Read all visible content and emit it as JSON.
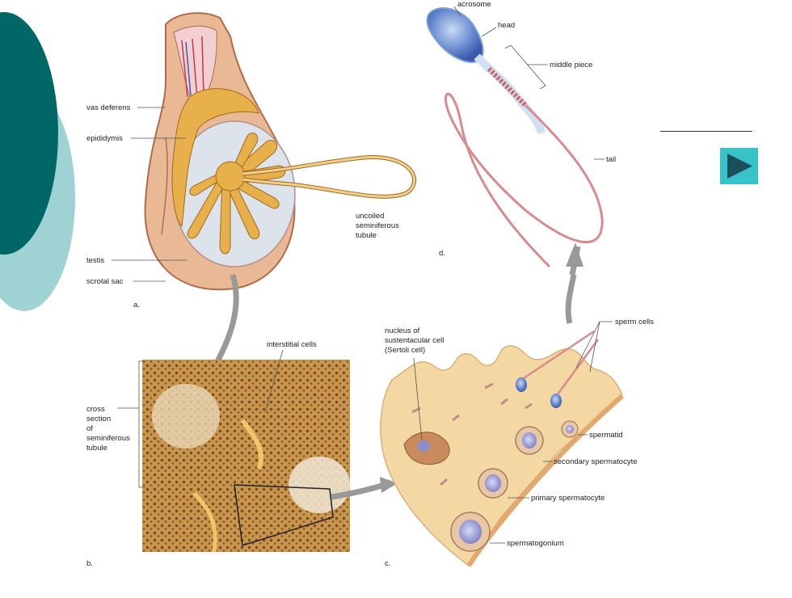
{
  "labels": {
    "vas_deferens": "vas deferens",
    "epididymis": "epididymis",
    "testis": "testis",
    "scrotal_sac": "scrotal sac",
    "uncoiled_1": "uncoiled",
    "uncoiled_2": "seminiferous",
    "uncoiled_3": "tubule",
    "acrosome": "acrosome",
    "head": "head",
    "middle_piece": "middle piece",
    "tail": "tail",
    "interstitial_cells": "interstitial cells",
    "cross_1": "cross",
    "cross_2": "section",
    "cross_3": "of",
    "cross_4": "seminiferous",
    "cross_5": "tubule",
    "nucleus_1": "nucleus of",
    "nucleus_2": "sustentacular cell",
    "nucleus_3": "(Sertoli cell)",
    "sperm_cells": "sperm cells",
    "spermatid": "spermatid",
    "secondary_spermatocyte": "secondary spermatocyte",
    "primary_spermatocyte": "primary spermatocyte",
    "spermatogonium": "spermatogonium"
  },
  "panels": {
    "a": "a.",
    "b": "b.",
    "c": "c.",
    "d": "d."
  },
  "colors": {
    "teal_dark": "#006666",
    "teal_light": "#9fd3d3",
    "button": "#36c3c9",
    "tubule": "#e8b04a",
    "scrotum": "#e9b894"
  },
  "icons": {
    "next": "play-triangle-icon"
  }
}
